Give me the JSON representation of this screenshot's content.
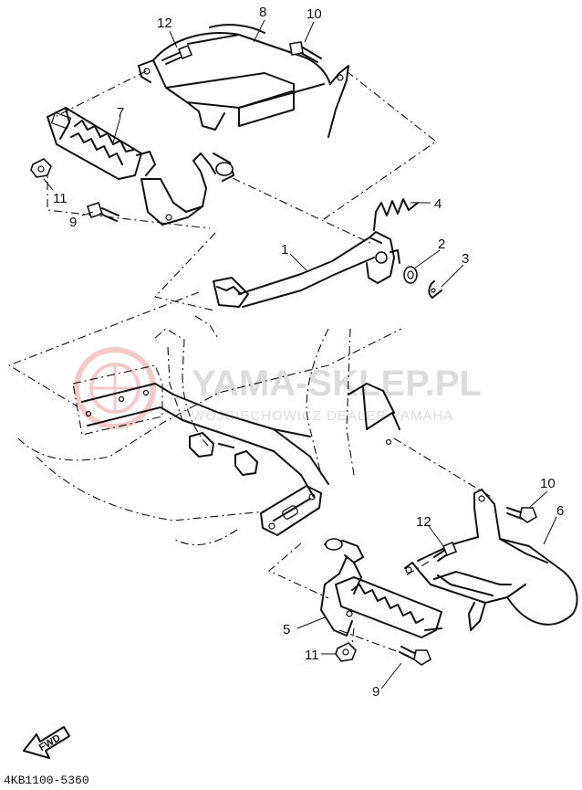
{
  "watermark": {
    "title": "YAMA-SKLEP.PL",
    "subtitle": "WOJCIECHOWICZ DEALER YAMAHA"
  },
  "callouts": [
    {
      "id": "c1",
      "label": "1"
    },
    {
      "id": "c2",
      "label": "2"
    },
    {
      "id": "c3",
      "label": "3"
    },
    {
      "id": "c4",
      "label": "4"
    },
    {
      "id": "c5",
      "label": "5"
    },
    {
      "id": "c6",
      "label": "6"
    },
    {
      "id": "c7",
      "label": "7"
    },
    {
      "id": "c8",
      "label": "8"
    },
    {
      "id": "c9a",
      "label": "9"
    },
    {
      "id": "c9b",
      "label": "9"
    },
    {
      "id": "c10a",
      "label": "10"
    },
    {
      "id": "c10b",
      "label": "10"
    },
    {
      "id": "c11a",
      "label": "11"
    },
    {
      "id": "c11b",
      "label": "11"
    },
    {
      "id": "c12a",
      "label": "12"
    },
    {
      "id": "c12b",
      "label": "12"
    }
  ],
  "fwd_label": "FWD",
  "diagram_code": "4KB1100-5360",
  "colors": {
    "line": "#111111",
    "watermark": "#dcdcdc",
    "watermark_logo": "#f3c9c9"
  }
}
